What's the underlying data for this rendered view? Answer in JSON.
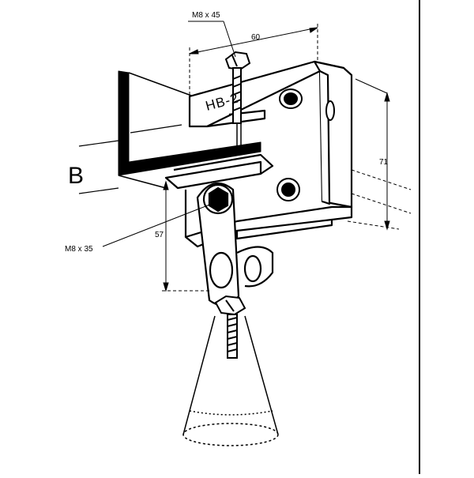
{
  "drawing": {
    "model_label": "HB-2",
    "flange_label": "B",
    "dimensions": {
      "top_bolt": "M8 x 45",
      "width": "60",
      "height": "71",
      "lower_height": "57",
      "pivot_bolt": "M8 x 35"
    },
    "colors": {
      "line": "#000000",
      "background": "#ffffff"
    }
  }
}
